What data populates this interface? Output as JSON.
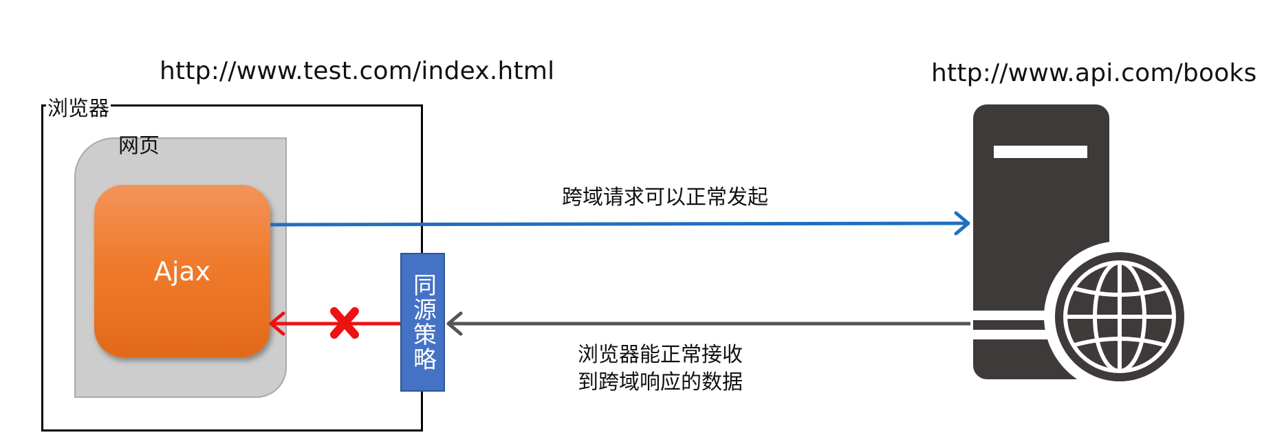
{
  "browser": {
    "origin_url": "http://www.test.com/index.html",
    "label": "浏览器"
  },
  "webpage": {
    "label": "网页",
    "ajax_label": "Ajax"
  },
  "policy": {
    "label": "同源策略"
  },
  "request": {
    "label": "跨域请求可以正常发起",
    "color": "#1f6fbf"
  },
  "response": {
    "label_line1": "浏览器能正常接收",
    "label_line2": "到跨域响应的数据",
    "color": "#555555"
  },
  "blocked": {
    "color": "#ee1111",
    "icon": "x-mark-icon"
  },
  "server": {
    "url": "http://www.api.com/books",
    "icon": "server-globe-icon",
    "color": "#3e3a39"
  },
  "colors": {
    "ajax": "#f07b2c",
    "policy": "#4472c4",
    "webpage": "#cdcdcd"
  }
}
